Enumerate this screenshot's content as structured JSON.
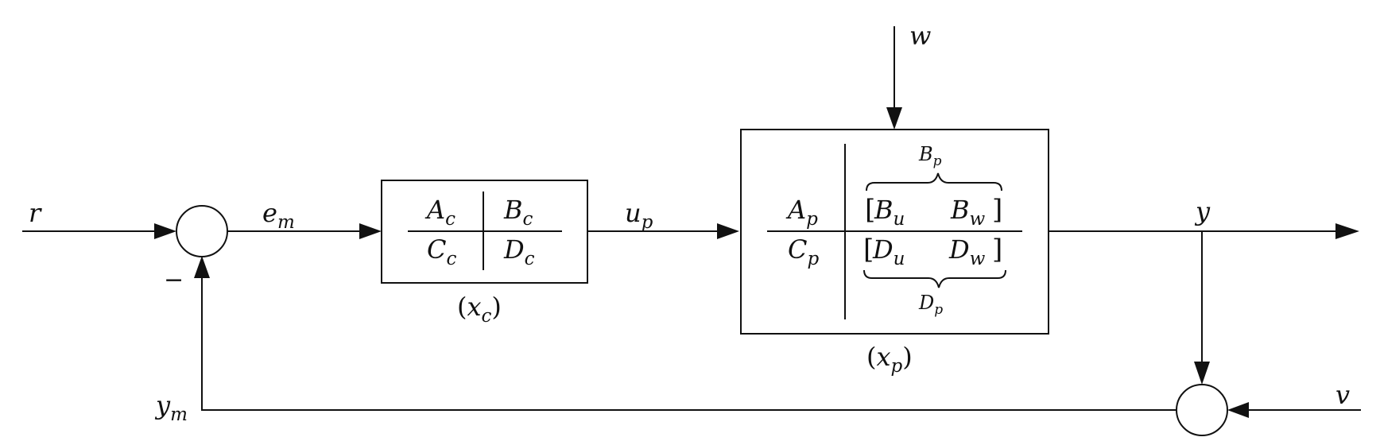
{
  "signals": {
    "r": "r",
    "e_m": {
      "main": "e",
      "sub": "m"
    },
    "u_p": {
      "main": "u",
      "sub": "p"
    },
    "w": "w",
    "y": "y",
    "v": "v",
    "y_m": {
      "main": "y",
      "sub": "m"
    },
    "minus": "−"
  },
  "controller": {
    "A": {
      "main": "A",
      "sub": "c"
    },
    "B": {
      "main": "B",
      "sub": "c"
    },
    "C": {
      "main": "C",
      "sub": "c"
    },
    "D": {
      "main": "D",
      "sub": "c"
    },
    "state": {
      "open": "(",
      "main": "x",
      "sub": "c",
      "close": ")"
    }
  },
  "plant": {
    "A": {
      "main": "A",
      "sub": "p"
    },
    "C": {
      "main": "C",
      "sub": "p"
    },
    "B_u": {
      "main": "B",
      "sub": "u"
    },
    "B_w": {
      "main": "B",
      "sub": "w"
    },
    "D_u": {
      "main": "D",
      "sub": "u"
    },
    "D_w": {
      "main": "D",
      "sub": "w"
    },
    "B_p": {
      "main": "B",
      "sub": "p"
    },
    "D_p": {
      "main": "D",
      "sub": "p"
    },
    "bracket_open": "[",
    "bracket_close": "]",
    "state": {
      "open": "(",
      "main": "x",
      "sub": "p",
      "close": ")"
    }
  }
}
